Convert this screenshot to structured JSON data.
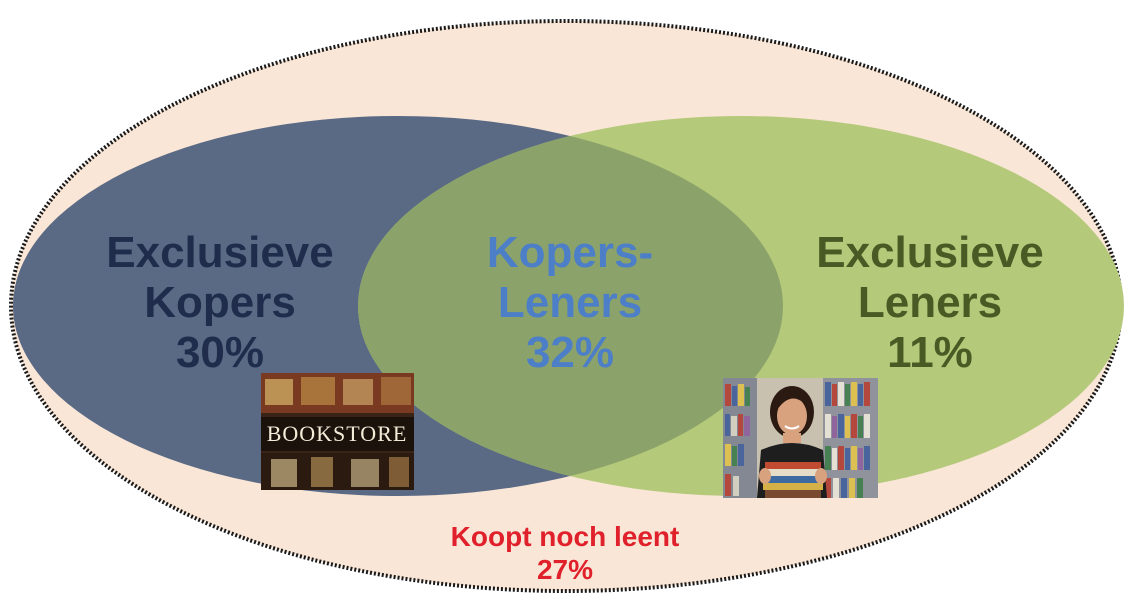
{
  "diagram": {
    "colors": {
      "outer_fill": "#f9e6d6",
      "outer_border": "#1a1a1a",
      "kopers_fill": "#5a6a85",
      "leners_fill": "#b5c97a",
      "overlap_fill": "#8ba36a",
      "kopers_text": "#1f2c4c",
      "overlap_text": "#4d7ec8",
      "leners_text": "#4a5a24",
      "neither_text": "#e0202a"
    },
    "sets": [
      {
        "id": "exclusive_buyers",
        "line1": "Exclusieve",
        "line2": "Kopers",
        "value": "30%",
        "percent": 30
      },
      {
        "id": "buyer_borrowers",
        "line1": "Kopers-",
        "line2": "Leners",
        "value": "32%",
        "percent": 32
      },
      {
        "id": "exclusive_borrowers",
        "line1": "Exclusieve",
        "line2": "Leners",
        "value": "11%",
        "percent": 11
      }
    ],
    "outside": {
      "line1": "Koopt noch leent",
      "value": "27%",
      "percent": 27
    },
    "images": {
      "bookstore": {
        "sign_text": "BOOKSTORE",
        "icon": "bookstore-photo-icon"
      },
      "library": {
        "icon": "library-photo-icon"
      }
    }
  }
}
